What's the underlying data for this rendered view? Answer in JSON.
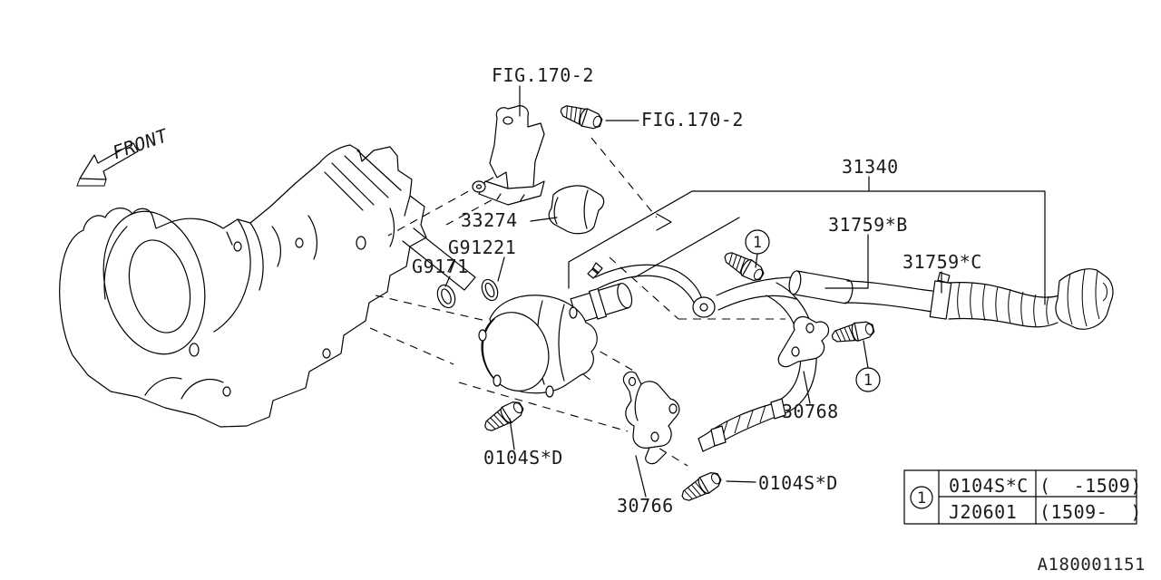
{
  "page": {
    "background": "#ffffff",
    "line_color": "#000000"
  },
  "diagram": {
    "front_label": "FRONT",
    "watermark": "A180001151",
    "labels": {
      "fig_top": "FIG.170-2",
      "fig_right": "FIG.170-2",
      "assembly": "31340",
      "hose_b": "31759*B",
      "hose_c": "31759*C",
      "cover": "33274",
      "oring_large": "G91221",
      "oring_small": "G9171",
      "bolt_left": "0104S*D",
      "bolt_right": "0104S*D",
      "bracket_lower": "30766",
      "bracket_upper": "30768"
    },
    "callouts": {
      "one": "1"
    },
    "ref_table": {
      "callout": "1",
      "rows": [
        {
          "part": "0104S*C",
          "range": "(  -1509)"
        },
        {
          "part": "J20601",
          "range": "(1509-  )"
        }
      ]
    }
  }
}
